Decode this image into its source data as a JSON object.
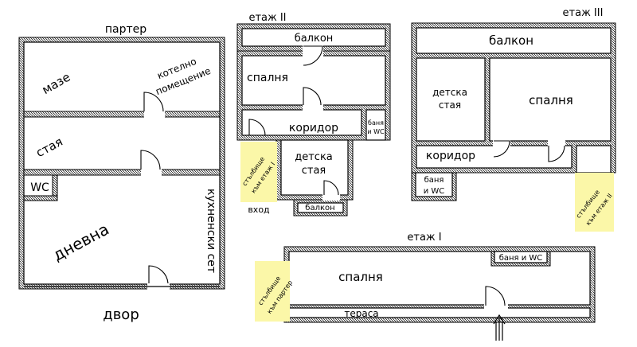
{
  "floors": {
    "ground": {
      "title": "партер",
      "rooms": {
        "cellar": "мазе",
        "boiler_1": "котелно",
        "boiler_2": "помещение",
        "room": "стая",
        "wc": "WC",
        "living": "дневна",
        "kitchen": "кухненски сет"
      },
      "yard": "двор"
    },
    "floor2": {
      "title": "етаж II",
      "rooms": {
        "balcony": "балкон",
        "bedroom": "спалня",
        "corridor": "коридор",
        "bath_1": "баня",
        "bath_2": "и WC",
        "kids_1": "детска",
        "kids_2": "стая",
        "balcony_small": "балкон"
      },
      "stairs_1": "стълбище",
      "stairs_2": "към етаж I",
      "entrance": "вход"
    },
    "floor3": {
      "title": "етаж III",
      "rooms": {
        "balcony": "балкон",
        "kids_1": "детска",
        "kids_2": "стая",
        "bedroom": "спалня",
        "corridor": "коридор",
        "bath_1": "баня",
        "bath_2": "и WC"
      },
      "stairs_1": "стълбище",
      "stairs_2": "към етаж II"
    },
    "floor1": {
      "title": "етаж I",
      "rooms": {
        "bath": "баня и WC",
        "bedroom": "спалня",
        "terrace": "тераса"
      },
      "stairs_1": "стълбище",
      "stairs_2": "към партер"
    }
  }
}
